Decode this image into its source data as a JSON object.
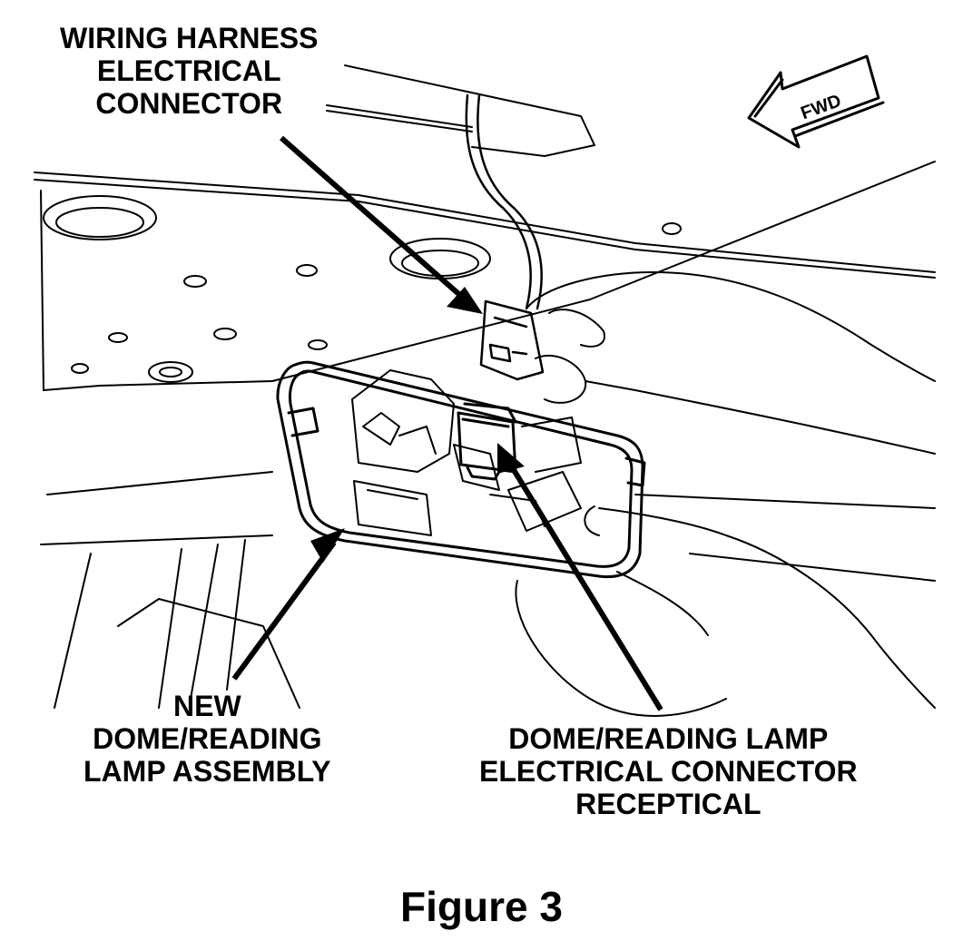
{
  "callouts": {
    "wiring_harness": [
      "WIRING HARNESS",
      "ELECTRICAL",
      "CONNECTOR"
    ],
    "new_lamp": [
      "NEW",
      "DOME/READING",
      "LAMP ASSEMBLY"
    ],
    "receptacle": [
      "DOME/READING LAMP",
      "ELECTRICAL CONNECTOR",
      "RECEPTICAL"
    ]
  },
  "direction_label": "FWD",
  "caption": "Figure 3",
  "colors": {
    "ink": "#000000",
    "paper": "#ffffff"
  }
}
